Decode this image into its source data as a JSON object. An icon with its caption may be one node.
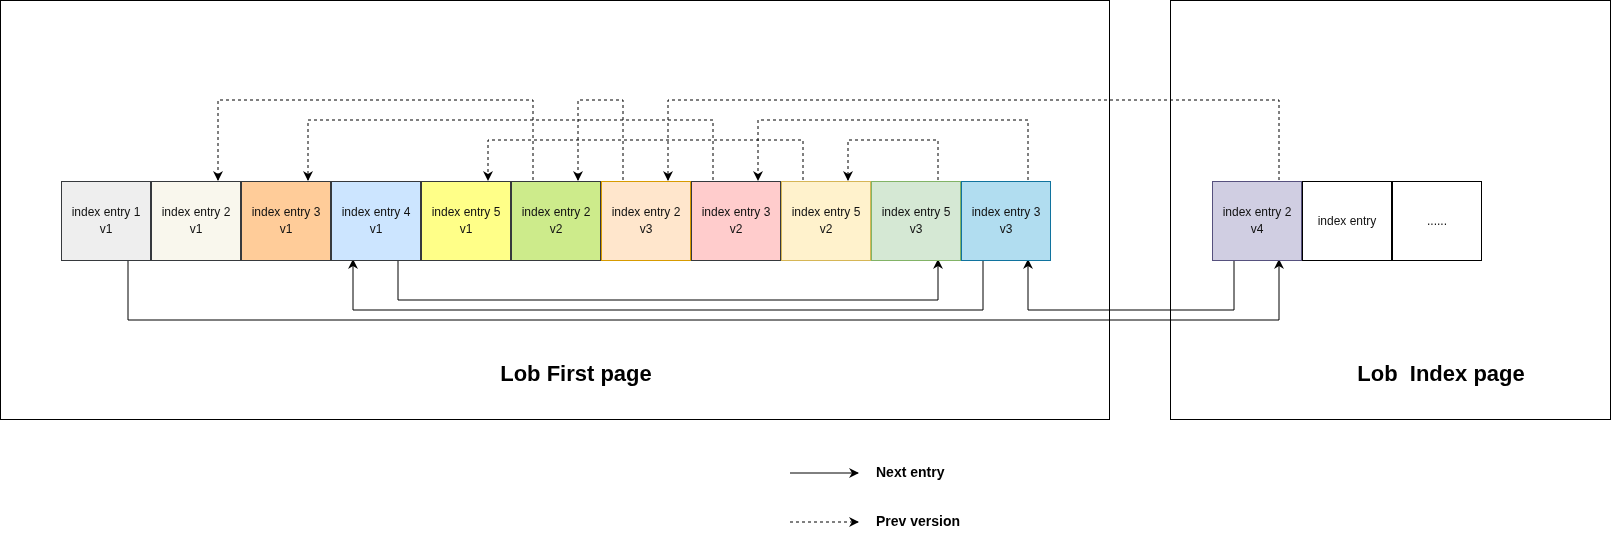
{
  "diagram": {
    "nodes": [
      {
        "text": [
          "Lob First page"
        ]
      },
      {
        "text": [
          "index entry 1 v1"
        ],
        "in": 0
      },
      {
        "text": [
          "index entry 2 v1"
        ],
        "in": 0
      },
      {
        "text": [
          "index entry 3 v1"
        ],
        "in": 0
      },
      {
        "text": [
          "index entry 4 v1"
        ],
        "in": 0
      },
      {
        "text": [
          "index entry 5 v1"
        ],
        "in": 0
      },
      {
        "text": [
          "index entry 2 v2"
        ],
        "in": 0
      },
      {
        "text": [
          "index entry 2 v3"
        ],
        "in": 0
      },
      {
        "text": [
          "index entry 3 v2"
        ],
        "in": 0
      },
      {
        "text": [
          "index entry 5 v2"
        ],
        "in": 0
      },
      {
        "text": [
          "index entry 5 v3"
        ],
        "in": 0
      },
      {
        "text": [
          "index entry 3 v3"
        ],
        "in": 0
      },
      {
        "text": [
          "Lob  Index page"
        ]
      },
      {
        "text": [
          "index entry 2 v4"
        ],
        "in": 12
      },
      {
        "text": [
          "index entry"
        ],
        "in": 12
      },
      {
        "text": [
          "......"
        ],
        "in": 12
      }
    ],
    "edges": [
      {
        "from": 6,
        "to": 2,
        "arrow": "to",
        "style": "dashed"
      },
      {
        "from": 7,
        "to": 6,
        "arrow": "to",
        "style": "dashed"
      },
      {
        "from": 13,
        "to": 7,
        "arrow": "to",
        "style": "dashed"
      },
      {
        "from": 8,
        "to": 3,
        "arrow": "to",
        "style": "dashed"
      },
      {
        "from": 11,
        "to": 8,
        "arrow": "to",
        "style": "dashed"
      },
      {
        "from": 9,
        "to": 5,
        "arrow": "to",
        "style": "dashed"
      },
      {
        "from": 10,
        "to": 9,
        "arrow": "to",
        "style": "dashed"
      },
      {
        "from": 1,
        "to": 13,
        "arrow": "to"
      },
      {
        "from": 13,
        "to": 11,
        "arrow": "to"
      },
      {
        "from": 11,
        "to": 4,
        "arrow": "to"
      },
      {
        "from": 4,
        "to": 10,
        "arrow": "to"
      }
    ],
    "legend": [
      {
        "text": "Next entry"
      },
      {
        "text": "Prev version"
      }
    ]
  }
}
